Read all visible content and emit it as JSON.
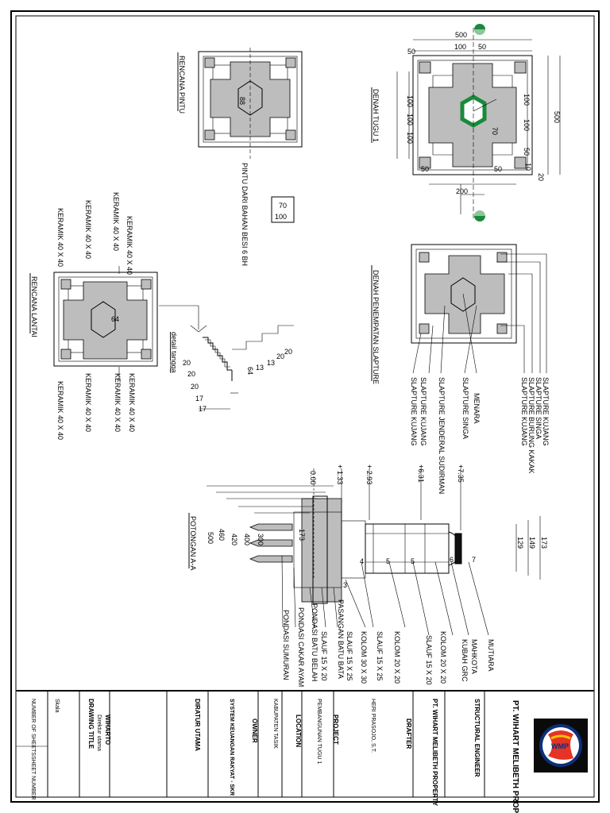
{
  "company": {
    "name": "PT. WIHART MELIBETH PROPERTY",
    "logo_text": "WMP"
  },
  "titleblock": {
    "structural_engineer_label": "STRUCTURAL ENGINEER",
    "drafter_company": "PT. WIHART MELIBETH PROPERTY",
    "drafter_label": "DRAFTER",
    "engineer_name": "HERI PRASOJO, S.T.",
    "project_label": "PROJECT",
    "project_name": "PEMBANGUNAN TUGU 1",
    "location_label": "LOCATION",
    "location_name": "KABUPATEN TASIK",
    "owner_label": "OWNER",
    "owner_name": "SYSTEM KEUANGAN RAKYAT - SKR",
    "owner_sub": "DIRATUR UTAMA",
    "drawing_title_label": "DRAWING TITLE",
    "drawing_title": "WIHARTO",
    "drawing_title_sub": "Direktur utama",
    "sheet_label": "SHEET NUMBER",
    "number_label": "NUMBER OF SHEETS",
    "scale_label": "Skala"
  },
  "views": {
    "denah_tugu": "DENAH TUGU 1",
    "rencana_pintu": "RENCANA PINTU",
    "pintu_note": "PINTU DARI BAHAN BESI 6 BH",
    "denah_slapture": "DENAH PENEMPATAN SLAPTURE",
    "rencana_lantai": "RENCANA LANTAI",
    "detail_tangga": "detail tangga",
    "potongan": "POTONGAN A-A"
  },
  "denah_dims": {
    "d500t": "500",
    "d50a": "50",
    "d100a": "100",
    "d50b": "50",
    "d100l1": "100",
    "d100l2": "100",
    "d100l3": "100",
    "d100r1": "100",
    "d100r2": "100",
    "d50r": "50",
    "d500r": "500",
    "d50bl": "50",
    "d50br": "50",
    "d10": "10",
    "d20": "20",
    "d200": "200",
    "d70": "70"
  },
  "pintu_dims": {
    "w70": "70",
    "w100": "100",
    "d88": "88"
  },
  "slapture_labels": [
    "SLAPTURE KUJANG",
    "SLAPTURE SINGA",
    "SLAPTURE BURUNG KAKAK",
    "SLAPTURE KUJANG",
    "MENARA",
    "SLAPTURE SINGA",
    "SLAPTURE JENDERAL SUDIRMAN",
    "SLAPTURE KUJANG",
    "SLAPTURE KUJANG"
  ],
  "lantai": {
    "keramik": "KERAMIK 40 X 40",
    "d64": "64"
  },
  "tangga_dims": {
    "t20a": "20",
    "t20b": "20",
    "t20c": "20",
    "t20d": "20",
    "t20e": "20",
    "t17a": "17",
    "t17b": "17",
    "t13": "13",
    "t13b": "13",
    "t64": "64"
  },
  "potongan": {
    "elev": [
      "0.00",
      "+ 1.33",
      "+ 2.93",
      "+6.31",
      "+7.35"
    ],
    "heights": [
      "500",
      "460",
      "420",
      "400",
      "300",
      "173",
      "129",
      "149",
      "173"
    ],
    "callouts": [
      "MUTIARA",
      "MAHKOTA",
      "KUBAH GRC",
      "KOLOM 20 X 20",
      "SLAUF 15 X 20",
      "KOLOM 20 X 20",
      "SLAUF 15 X 25",
      "KOLOM 30 X 30",
      "SLAUF 15 X 25",
      "PASANGAN BATU BATA",
      "SLAUF 15 X 20",
      "PONDASI BATU BELAH",
      "PONDASI CAKAR AYAM",
      "PONDASI SUMURAN"
    ],
    "nums": [
      "7",
      "6",
      "5",
      "5",
      "4",
      "3"
    ]
  }
}
